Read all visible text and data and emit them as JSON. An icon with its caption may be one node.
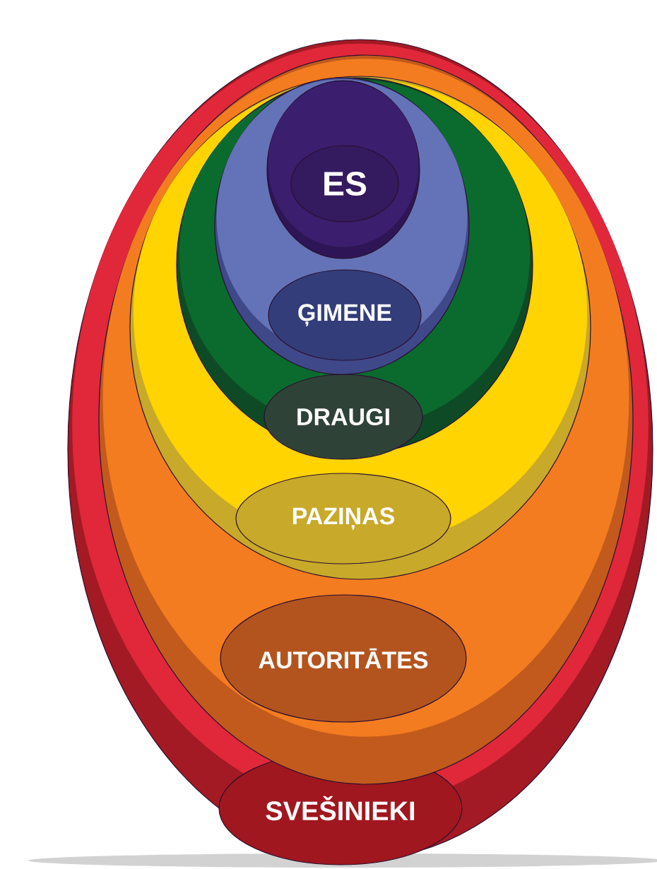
{
  "diagram": {
    "nodes": [
      {
        "text": [
          "SVEŠINIEKI"
        ]
      },
      {
        "text": [
          "AUTORITĀTES"
        ],
        "in": 0
      },
      {
        "text": [
          "PAZIŅAS"
        ],
        "in": 1
      },
      {
        "text": [
          "DRAUGI"
        ],
        "in": 2
      },
      {
        "text": [
          "ĢIMENE"
        ],
        "in": 3
      },
      {
        "text": [
          "ES"
        ],
        "in": 4
      }
    ]
  }
}
